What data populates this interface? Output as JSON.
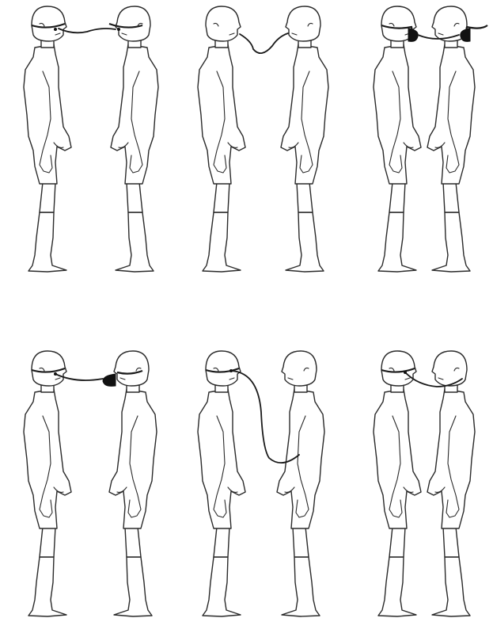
{
  "figure": {
    "layout": {
      "rows": 2,
      "columns": 3
    },
    "ink_color": "#2a2a2a",
    "background_color": "#ffffff",
    "panels": [
      {
        "id": "panel-1",
        "row": 1,
        "col": 1,
        "left": {
          "attachment": "headband"
        },
        "right": {
          "attachment": "headband"
        },
        "connection": "cord-between-headbands"
      },
      {
        "id": "panel-2",
        "row": 1,
        "col": 2,
        "left": {
          "attachment": "mouth"
        },
        "right": {
          "attachment": "mouth"
        },
        "connection": "cord-mouth-to-mouth"
      },
      {
        "id": "panel-3",
        "row": 1,
        "col": 3,
        "left": {
          "attachment": "headband-and-mouth-cup"
        },
        "right": {
          "attachment": "headband-and-mouth-cup"
        },
        "connection": "cord-between-mouth-cups"
      },
      {
        "id": "panel-4",
        "row": 2,
        "col": 1,
        "left": {
          "attachment": "headband"
        },
        "right": {
          "attachment": "headband-and-mouth-cup"
        },
        "connection": "cord-headband-to-mouth-cup"
      },
      {
        "id": "panel-5",
        "row": 2,
        "col": 2,
        "left": {
          "attachment": "headband"
        },
        "right": {
          "attachment": "abdomen"
        },
        "connection": "cord-headband-to-abdomen"
      },
      {
        "id": "panel-6",
        "row": 2,
        "col": 3,
        "left": {
          "attachment": "headband"
        },
        "right": {
          "attachment": "mouth"
        },
        "connection": "cord-headband-to-mouth"
      }
    ]
  }
}
